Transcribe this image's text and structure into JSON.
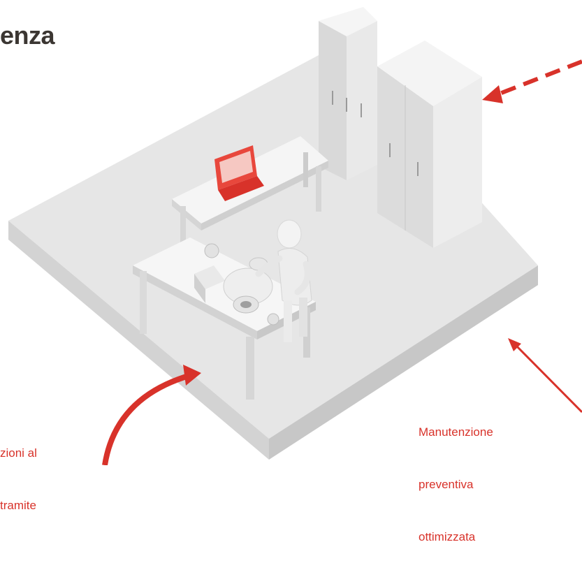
{
  "heading": "enza",
  "labels": {
    "left_line1": "zioni al",
    "left_line2": "tramite",
    "right_line1": "Manutenzione",
    "right_line2": "preventiva",
    "right_line3": "ottimizzata"
  },
  "colors": {
    "accent": "#d8322a",
    "heading": "#3b3632",
    "floor": "#e4e4e4",
    "surface": "#f1f1f1"
  },
  "icons": {
    "laptop": "laptop-icon",
    "person": "person-figure",
    "pump": "pump-part"
  }
}
